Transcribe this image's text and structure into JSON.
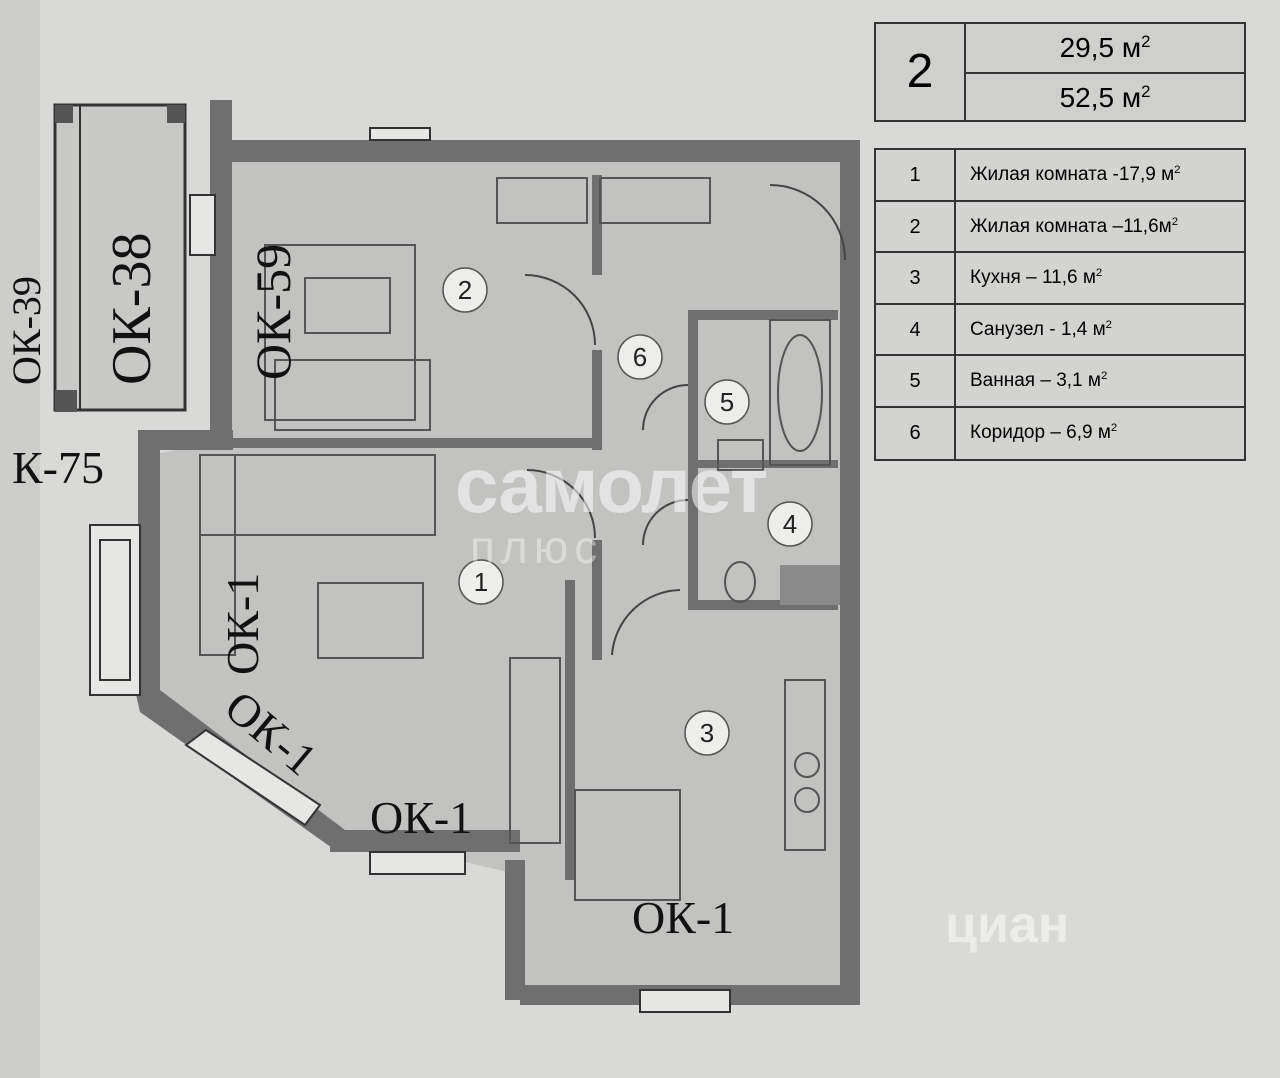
{
  "apartment": {
    "rooms_count": "2",
    "living_area": "29,5 м",
    "total_area": "52,5 м",
    "area_unit_power": "2"
  },
  "rooms": [
    {
      "no": "1",
      "name": "Жилая комната -17,9 м"
    },
    {
      "no": "2",
      "name": "Жилая комната –11,6м"
    },
    {
      "no": "3",
      "name": "Кухня – 11,6 м"
    },
    {
      "no": "4",
      "name": "Санузел - 1,4 м"
    },
    {
      "no": "5",
      "name": "Ванная – 3,1 м"
    },
    {
      "no": "6",
      "name": "Коридор – 6,9 м"
    }
  ],
  "plan_labels": {
    "room_markers": [
      "1",
      "2",
      "3",
      "4",
      "5",
      "6"
    ],
    "windows": {
      "ok39": "ОК-39",
      "ok38": "ОК-38",
      "ok59": "ОК-59",
      "ok75": "К-75",
      "ok1_left": "ОК-1",
      "ok1_diag": "ОК-1",
      "ok1_bottom": "ОК-1",
      "ok1_kitchen": "ОК-1"
    }
  },
  "watermarks": {
    "samolet": "самолет",
    "plus": "плюс",
    "cian": "циан"
  },
  "colors": {
    "wall": "#6f6f6f",
    "floor": "#c2c2c0",
    "paper": "#d9d9d7",
    "line": "#333333"
  }
}
